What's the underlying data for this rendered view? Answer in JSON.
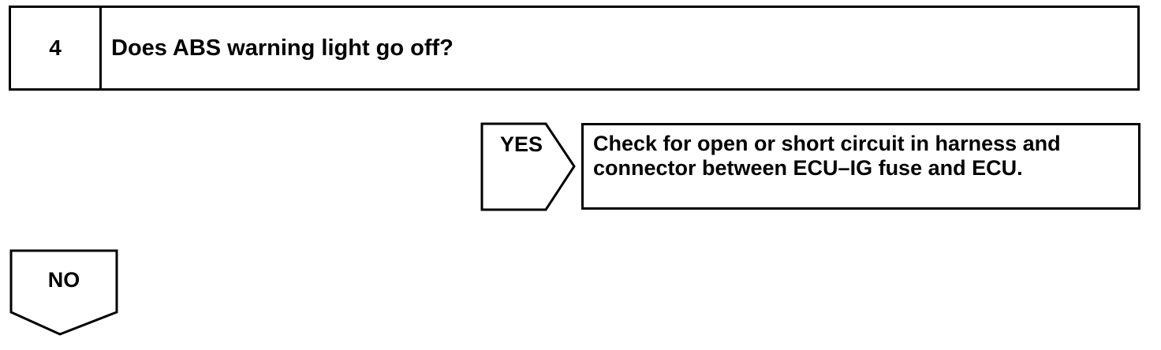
{
  "step": {
    "number": "4",
    "question": "Does ABS warning light go off?"
  },
  "yes_branch": {
    "label": "YES",
    "result": "Check for open or short circuit in harness and\nconnector between ECU–IG fuse and ECU."
  },
  "no_branch": {
    "label": "NO"
  }
}
